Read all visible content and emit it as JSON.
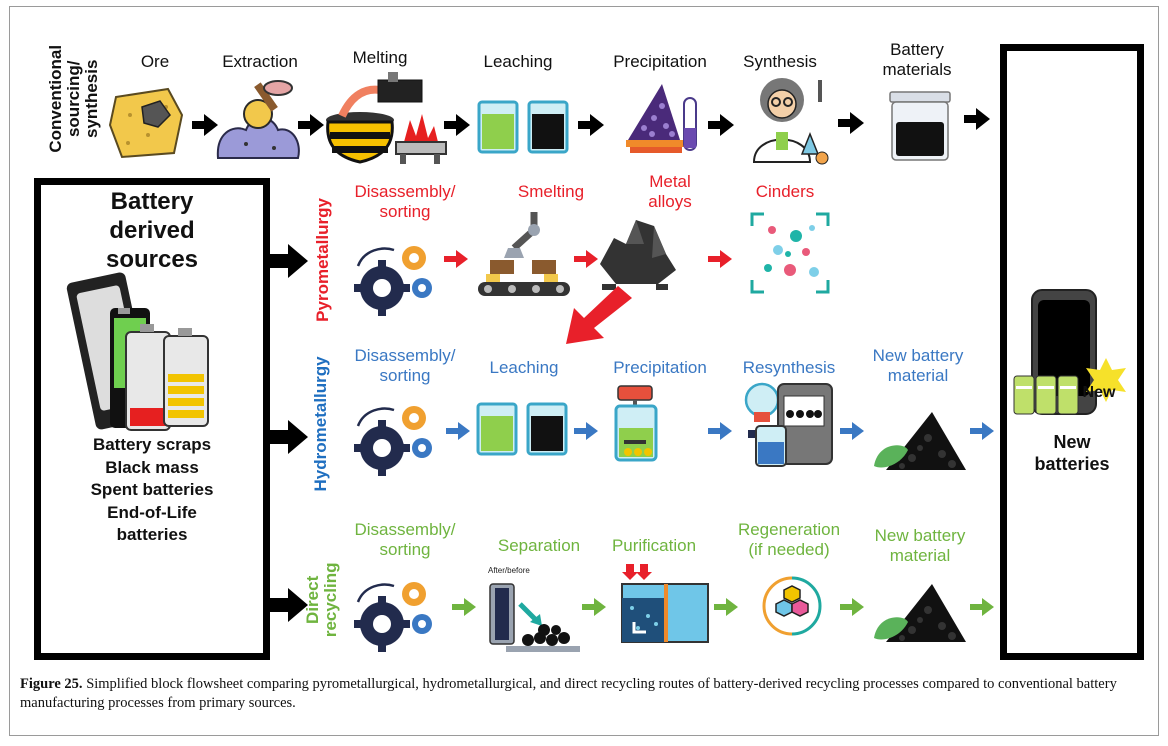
{
  "rows": {
    "conventional": {
      "label_lines": [
        "Conventional",
        "sourcing/",
        "synthesis"
      ],
      "steps": [
        "Ore",
        "Extraction",
        "Melting",
        "Leaching",
        "Precipitation",
        "Synthesis",
        "Battery\nmaterials"
      ],
      "icons": [
        "ore-icon",
        "extraction-icon",
        "melting-icon",
        "leaching-beakers-icon",
        "precipitation-icon",
        "scientist-icon",
        "battery-material-jar-icon"
      ],
      "arrow_color": "#000000"
    },
    "pyrometallurgy": {
      "label": "Pyrometallurgy",
      "label_color": "#e8202a",
      "steps": [
        "Disassembly/\nsorting",
        "Smelting",
        "Metal\nalloys",
        "Cinders"
      ],
      "icons": [
        "gears-icon",
        "conveyor-robot-icon",
        "metal-alloy-rocks-icon",
        "cinders-particles-icon"
      ],
      "arrow_color": "#e8202a"
    },
    "hydrometallurgy": {
      "label": "Hydrometallurgy",
      "label_color": "#1f6fc0",
      "steps": [
        "Disassembly/\nsorting",
        "Leaching",
        "Precipitation",
        "Resynthesis",
        "New battery\nmaterial"
      ],
      "icons": [
        "gears-icon",
        "leaching-beakers-icon",
        "stirred-reactor-icon",
        "resynthesis-equipment-icon",
        "black-mass-pile-icon"
      ],
      "arrow_color": "#3a78c3"
    },
    "direct": {
      "label_lines": [
        "Direct",
        "recycling"
      ],
      "label_color": "#6fb43f",
      "steps": [
        "Disassembly/\nsorting",
        "Separation",
        "Purification",
        "Regeneration\n(if needed)",
        "New battery\nmaterial"
      ],
      "icons": [
        "gears-icon",
        "separation-icon",
        "purification-tank-icon",
        "regeneration-cycle-icon",
        "black-mass-pile-icon"
      ],
      "separation_small_text": "After/before",
      "arrow_color": "#6fb43f"
    }
  },
  "sources_box": {
    "title_lines": [
      "Battery",
      "derived",
      "sources"
    ],
    "items": [
      "Battery scraps",
      "Black mass",
      "Spent batteries",
      "End-of-Life",
      "batteries"
    ],
    "icon": "batteries-stack-icon"
  },
  "output_box": {
    "badge": "New",
    "title_lines": [
      "New",
      "batteries"
    ],
    "icon": "new-batteries-icon"
  },
  "caption": {
    "label": "Figure 25.",
    "text": " Simplified block flowsheet comparing pyrometallurgical, hydrometallurgical, and direct recycling routes of battery-derived recycling processes compared to conventional battery manufacturing processes from primary sources."
  }
}
